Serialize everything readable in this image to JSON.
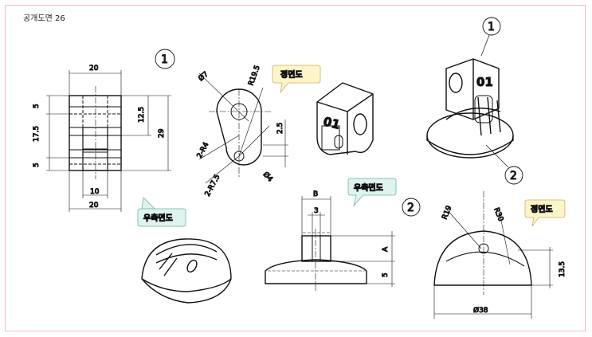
{
  "title": "공개도면 26",
  "callouts": {
    "front_view_1": "정면도",
    "right_view_1": "우측면도",
    "right_view_2": "우측면도",
    "front_view_2": "정면도"
  },
  "part_numbers": {
    "p1": "1",
    "p2": "2"
  },
  "part1_dims": {
    "width_top": "20",
    "width_bottom": "20",
    "slot_width": "10",
    "left_5_top": "5",
    "left_17_5": "17.5",
    "left_5_bottom": "5",
    "right_12_5": "12.5",
    "right_29": "29",
    "phi7": "Ø7",
    "r19_5": "R19.5",
    "r4": "2-R4",
    "r7_5": "2-R7.5",
    "d2_5": "2.5",
    "phi4": "Ø4"
  },
  "part1_marking": "01",
  "part2_dims": {
    "b": "B",
    "three": "3",
    "a": "A",
    "five": "5",
    "r19": "R19",
    "r30": "R30",
    "h13_5": "13.5",
    "phi38": "Ø38"
  }
}
